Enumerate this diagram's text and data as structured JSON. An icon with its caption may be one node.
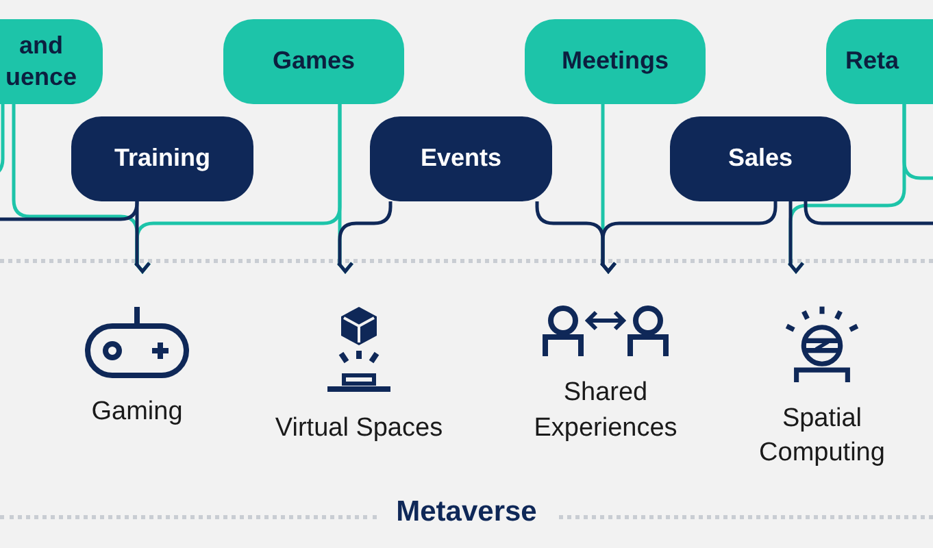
{
  "diagram": {
    "nodes": [
      {
        "text": [
          "and uence"
        ]
      },
      {
        "text": [
          "Games"
        ]
      },
      {
        "text": [
          "Meetings"
        ]
      },
      {
        "text": [
          "Reta"
        ]
      },
      {
        "text": [
          "Training"
        ]
      },
      {
        "text": [
          "Events"
        ]
      },
      {
        "text": [
          "Sales"
        ]
      },
      {
        "text": [
          "Gaming"
        ]
      },
      {
        "text": [
          "Virtual Spaces"
        ]
      },
      {
        "text": [
          "Shared Experiences"
        ]
      },
      {
        "text": [
          "Spatial Computing"
        ]
      }
    ],
    "edges": [
      {
        "from": 0,
        "to": 7,
        "arrow": "to",
        "color": "#1dc4a9"
      },
      {
        "from": 0,
        "to": null,
        "arrow": "none",
        "color": "#1dc4a9"
      },
      {
        "from": 1,
        "to": 7,
        "arrow": "to",
        "color": "#1dc4a9"
      },
      {
        "from": 1,
        "to": 8,
        "arrow": "to",
        "color": "#1dc4a9"
      },
      {
        "from": 2,
        "to": 9,
        "arrow": "to",
        "color": "#1dc4a9"
      },
      {
        "from": 3,
        "to": 10,
        "arrow": "to",
        "color": "#1dc4a9"
      },
      {
        "from": 3,
        "to": null,
        "arrow": "none",
        "color": "#1dc4a9"
      },
      {
        "from": 4,
        "to": 7,
        "arrow": "to",
        "color": "#0f2858"
      },
      {
        "from": 4,
        "to": null,
        "arrow": "none",
        "color": "#0f2858"
      },
      {
        "from": 5,
        "to": 8,
        "arrow": "to",
        "color": "#0f2858"
      },
      {
        "from": 5,
        "to": 9,
        "arrow": "to",
        "color": "#0f2858"
      },
      {
        "from": 6,
        "to": 9,
        "arrow": "to",
        "color": "#0f2858"
      },
      {
        "from": 6,
        "to": 10,
        "arrow": "to",
        "color": "#0f2858"
      },
      {
        "from": 6,
        "to": null,
        "arrow": "none",
        "color": "#0f2858"
      }
    ],
    "labels": [
      "Metaverse"
    ]
  }
}
